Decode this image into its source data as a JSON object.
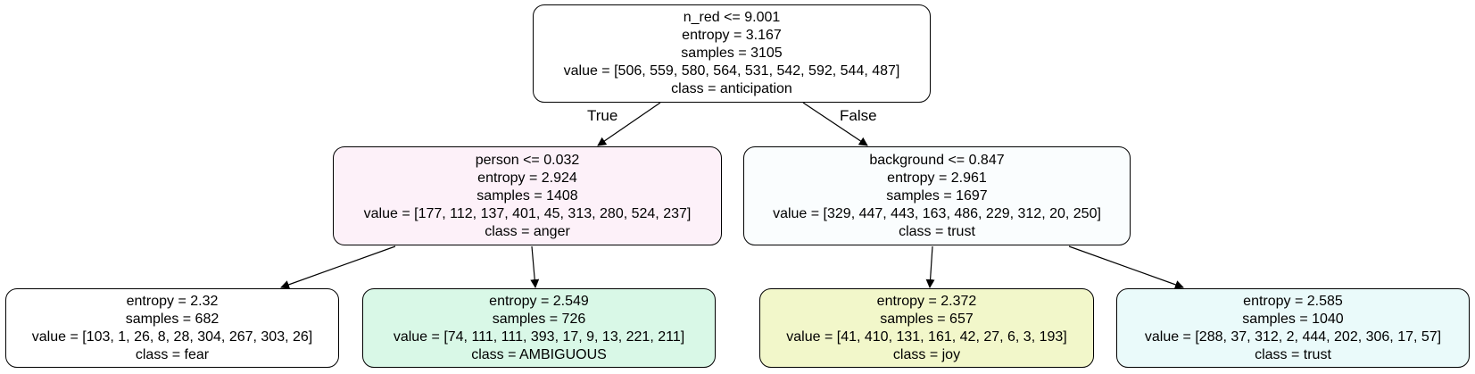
{
  "colors": {
    "border": "#000000",
    "node_0": "#ffffff",
    "node_1": "#fdf1f9",
    "node_2": "#fafdfe",
    "node_3": "#ffffff",
    "node_4": "#d9f8e7",
    "node_5": "#f2f7ca",
    "node_6": "#eafafa"
  },
  "tree": {
    "root": {
      "lines": [
        "n_red <= 9.001",
        "entropy = 3.167",
        "samples = 3105",
        "value = [506, 559, 580, 564, 531, 542, 592, 544, 487]",
        "class = anticipation"
      ]
    },
    "edge_labels": {
      "true": "True",
      "false": "False"
    },
    "level1_left": {
      "lines": [
        "person <= 0.032",
        "entropy = 2.924",
        "samples = 1408",
        "value = [177, 112, 137, 401, 45, 313, 280, 524, 237]",
        "class = anger"
      ]
    },
    "level1_right": {
      "lines": [
        "background <= 0.847",
        "entropy = 2.961",
        "samples = 1697",
        "value = [329, 447, 443, 163, 486, 229, 312, 20, 250]",
        "class = trust"
      ]
    },
    "leaf_1": {
      "lines": [
        "entropy = 2.32",
        "samples = 682",
        "value = [103, 1, 26, 8, 28, 304, 267, 303, 26]",
        "class = fear"
      ]
    },
    "leaf_2": {
      "lines": [
        "entropy = 2.549",
        "samples = 726",
        "value = [74, 111, 111, 393, 17, 9, 13, 221, 211]",
        "class = AMBIGUOUS"
      ]
    },
    "leaf_3": {
      "lines": [
        "entropy = 2.372",
        "samples = 657",
        "value = [41, 410, 131, 161, 42, 27, 6, 3, 193]",
        "class = joy"
      ]
    },
    "leaf_4": {
      "lines": [
        "entropy = 2.585",
        "samples = 1040",
        "value = [288, 37, 312, 2, 444, 202, 306, 17, 57]",
        "class = trust"
      ]
    }
  }
}
